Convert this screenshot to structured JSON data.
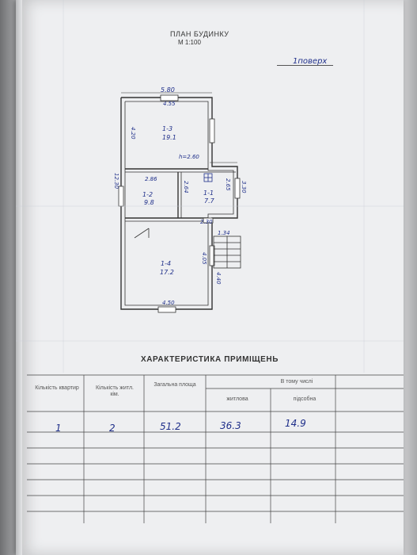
{
  "plan": {
    "title": "ПЛАН БУДИНКУ",
    "scale": "М 1:100",
    "floor": "1поверх",
    "dims": {
      "top_outer": "5.80",
      "top_inner": "4.55",
      "left_upper": "4.20",
      "left_total": "12.30",
      "height": "h=2.60",
      "mid_width": "2.86",
      "mid_h1": "2.64",
      "mid_h2": "2.65",
      "right_total": "3.30",
      "stair_width": "1.34",
      "corr_width": "2.30",
      "bottom_inner": "4.50",
      "right_lower": "4.05",
      "right_lower2": "4.40"
    },
    "rooms": [
      {
        "id": "1-3",
        "area": "19.1"
      },
      {
        "id": "1-2",
        "area": "9.8"
      },
      {
        "id": "1-1",
        "area": "7.7"
      },
      {
        "id": "1-4",
        "area": "17.2"
      }
    ]
  },
  "table": {
    "title": "ХАРАКТЕРИСТИКА ПРИМІЩЕНЬ",
    "headers": {
      "col1": "Кількість квартир",
      "col2": "Кількість житл. кім.",
      "col3": "Загальна площа",
      "group": "В тому числі",
      "col4": "житлова",
      "col5": "підсобна"
    },
    "rows": [
      {
        "apartments": "1",
        "rooms": "2",
        "total": "51.2",
        "living": "36.3",
        "utility": "14.9"
      }
    ]
  }
}
